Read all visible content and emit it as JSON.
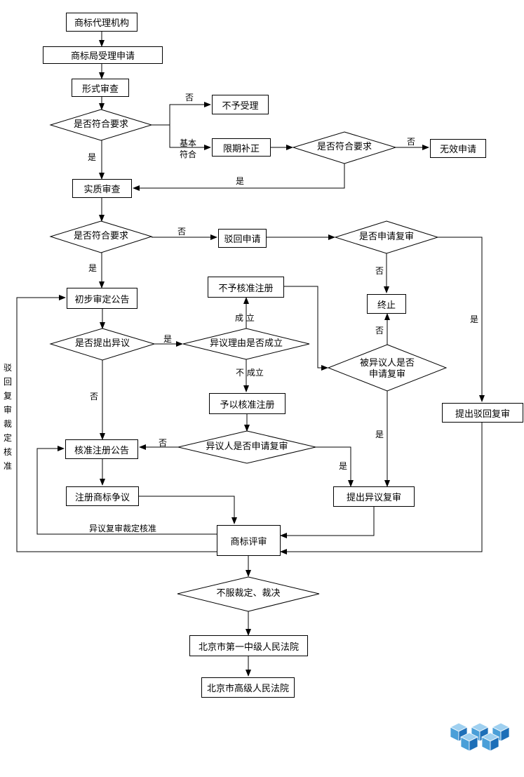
{
  "boxes": {
    "agency": "商标代理机构",
    "accept": "商标局受理申请",
    "formal": "形式审查",
    "reject_accept": "不予受理",
    "deadline_fix": "限期补正",
    "invalid": "无效申请",
    "substantive": "实质审查",
    "dismiss": "驳回申请",
    "prelim": "初步审定公告",
    "not_approve": "不予核准注册",
    "terminate": "终止",
    "approve": "予以核准注册",
    "review_dismiss": "提出驳回复审",
    "reg_announce": "核准注册公告",
    "dispute": "注册商标争议",
    "opp_review": "提出异议复审",
    "tm_board": "商标评审",
    "beijing1": "北京市第一中级人民法院",
    "beijing_high": "北京市高级人民法院"
  },
  "diamonds": {
    "meet1": "是否符合要求",
    "meet2": "是否符合要求",
    "meet3": "是否符合要求",
    "apply_review": "是否申请复审",
    "opposition": "是否提出异议",
    "opp_reason": "异议理由是否成立",
    "opposed_line1": "被异议人是否",
    "opposed_line2": "申请复审",
    "opponent": "异议人是否申请复审",
    "disagree": "不服裁定、裁决"
  },
  "labels": {
    "no1": "否",
    "basic1": "基本",
    "basic2": "符合",
    "yes1": "是",
    "no2": "否",
    "yes2": "是",
    "no3": "否",
    "yes3": "是",
    "no4": "否",
    "yes4": "是",
    "established": "成  立",
    "not_established": "不  成立",
    "no5": "否",
    "no6": "否",
    "yes5": "是",
    "no7": "否",
    "yes6": "是",
    "yes7": "是",
    "opp_review_approve": "异议复审裁定核准",
    "left_vertical": "驳回复审裁定核准"
  },
  "colors": {
    "line": "#000000",
    "logo_top": "#9fd0f0",
    "logo_left": "#4a9fd8",
    "logo_right": "#1e6fb8"
  }
}
